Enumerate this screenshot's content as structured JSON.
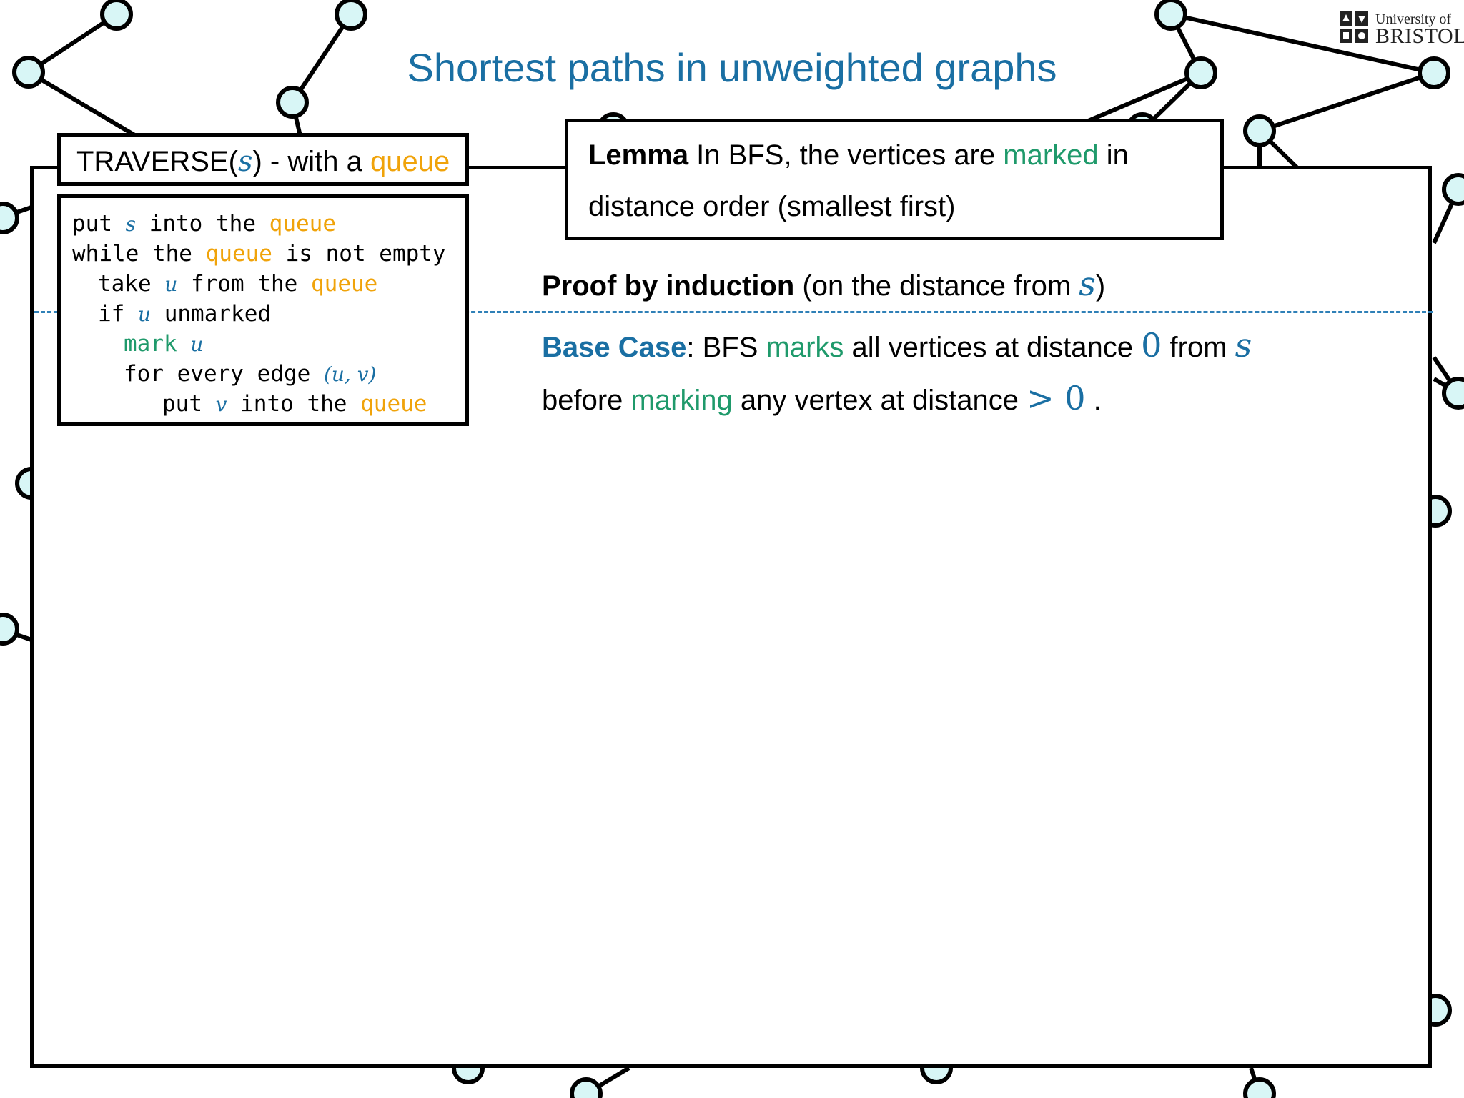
{
  "slide": {
    "title": "Shortest paths in unweighted graphs",
    "logo_line1": "University of",
    "logo_line2": "BRISTOL"
  },
  "traverse": {
    "title_prefix": "TRAVERSE(",
    "title_arg": "s",
    "title_suffix": ") - with a ",
    "title_queue": "queue",
    "code": [
      {
        "indent": 0,
        "parts": [
          {
            "t": "put ",
            "c": "plain"
          },
          {
            "t": "s",
            "c": "math"
          },
          {
            "t": " into the ",
            "c": "plain"
          },
          {
            "t": "queue",
            "c": "orange"
          }
        ]
      },
      {
        "indent": 0,
        "parts": [
          {
            "t": "while the ",
            "c": "plain"
          },
          {
            "t": "queue",
            "c": "orange"
          },
          {
            "t": " is not empty",
            "c": "plain"
          }
        ]
      },
      {
        "indent": 1,
        "parts": [
          {
            "t": "take ",
            "c": "plain"
          },
          {
            "t": "u",
            "c": "math"
          },
          {
            "t": " from the ",
            "c": "plain"
          },
          {
            "t": "queue",
            "c": "orange"
          }
        ]
      },
      {
        "indent": 1,
        "parts": [
          {
            "t": "if ",
            "c": "plain"
          },
          {
            "t": "u",
            "c": "math"
          },
          {
            "t": " unmarked",
            "c": "plain"
          }
        ]
      },
      {
        "indent": 2,
        "parts": [
          {
            "t": "mark ",
            "c": "green"
          },
          {
            "t": "u",
            "c": "math"
          }
        ]
      },
      {
        "indent": 2,
        "parts": [
          {
            "t": "for every edge ",
            "c": "plain"
          },
          {
            "t": "(u, v)",
            "c": "math"
          }
        ]
      },
      {
        "indent": 3,
        "parts": [
          {
            "t": "put ",
            "c": "plain"
          },
          {
            "t": "v",
            "c": "math"
          },
          {
            "t": " into the ",
            "c": "plain"
          },
          {
            "t": "queue",
            "c": "orange"
          }
        ]
      }
    ]
  },
  "lemma": {
    "label": "Lemma",
    "text1": " In BFS, the vertices are ",
    "marked": "marked",
    "text2": " in",
    "line2": "distance order (smallest first)"
  },
  "proof": {
    "label": "Proof by induction",
    "text": " (on the distance from ",
    "var": "s",
    "close": ")"
  },
  "base_case": {
    "label": "Base Case",
    "colon": ": BFS ",
    "marks": "marks",
    "text1": " all vertices at distance ",
    "zero": "0",
    "text2": " from ",
    "var": "s",
    "line2_a": "before ",
    "marking": "marking",
    "line2_b": " any vertex at distance ",
    "gt": "> 0",
    "period": " ."
  },
  "colors": {
    "accent_blue": "#1a6fa3",
    "green": "#1f9a6b",
    "orange": "#f0a30a",
    "node_fill": "#d8f6f6"
  }
}
